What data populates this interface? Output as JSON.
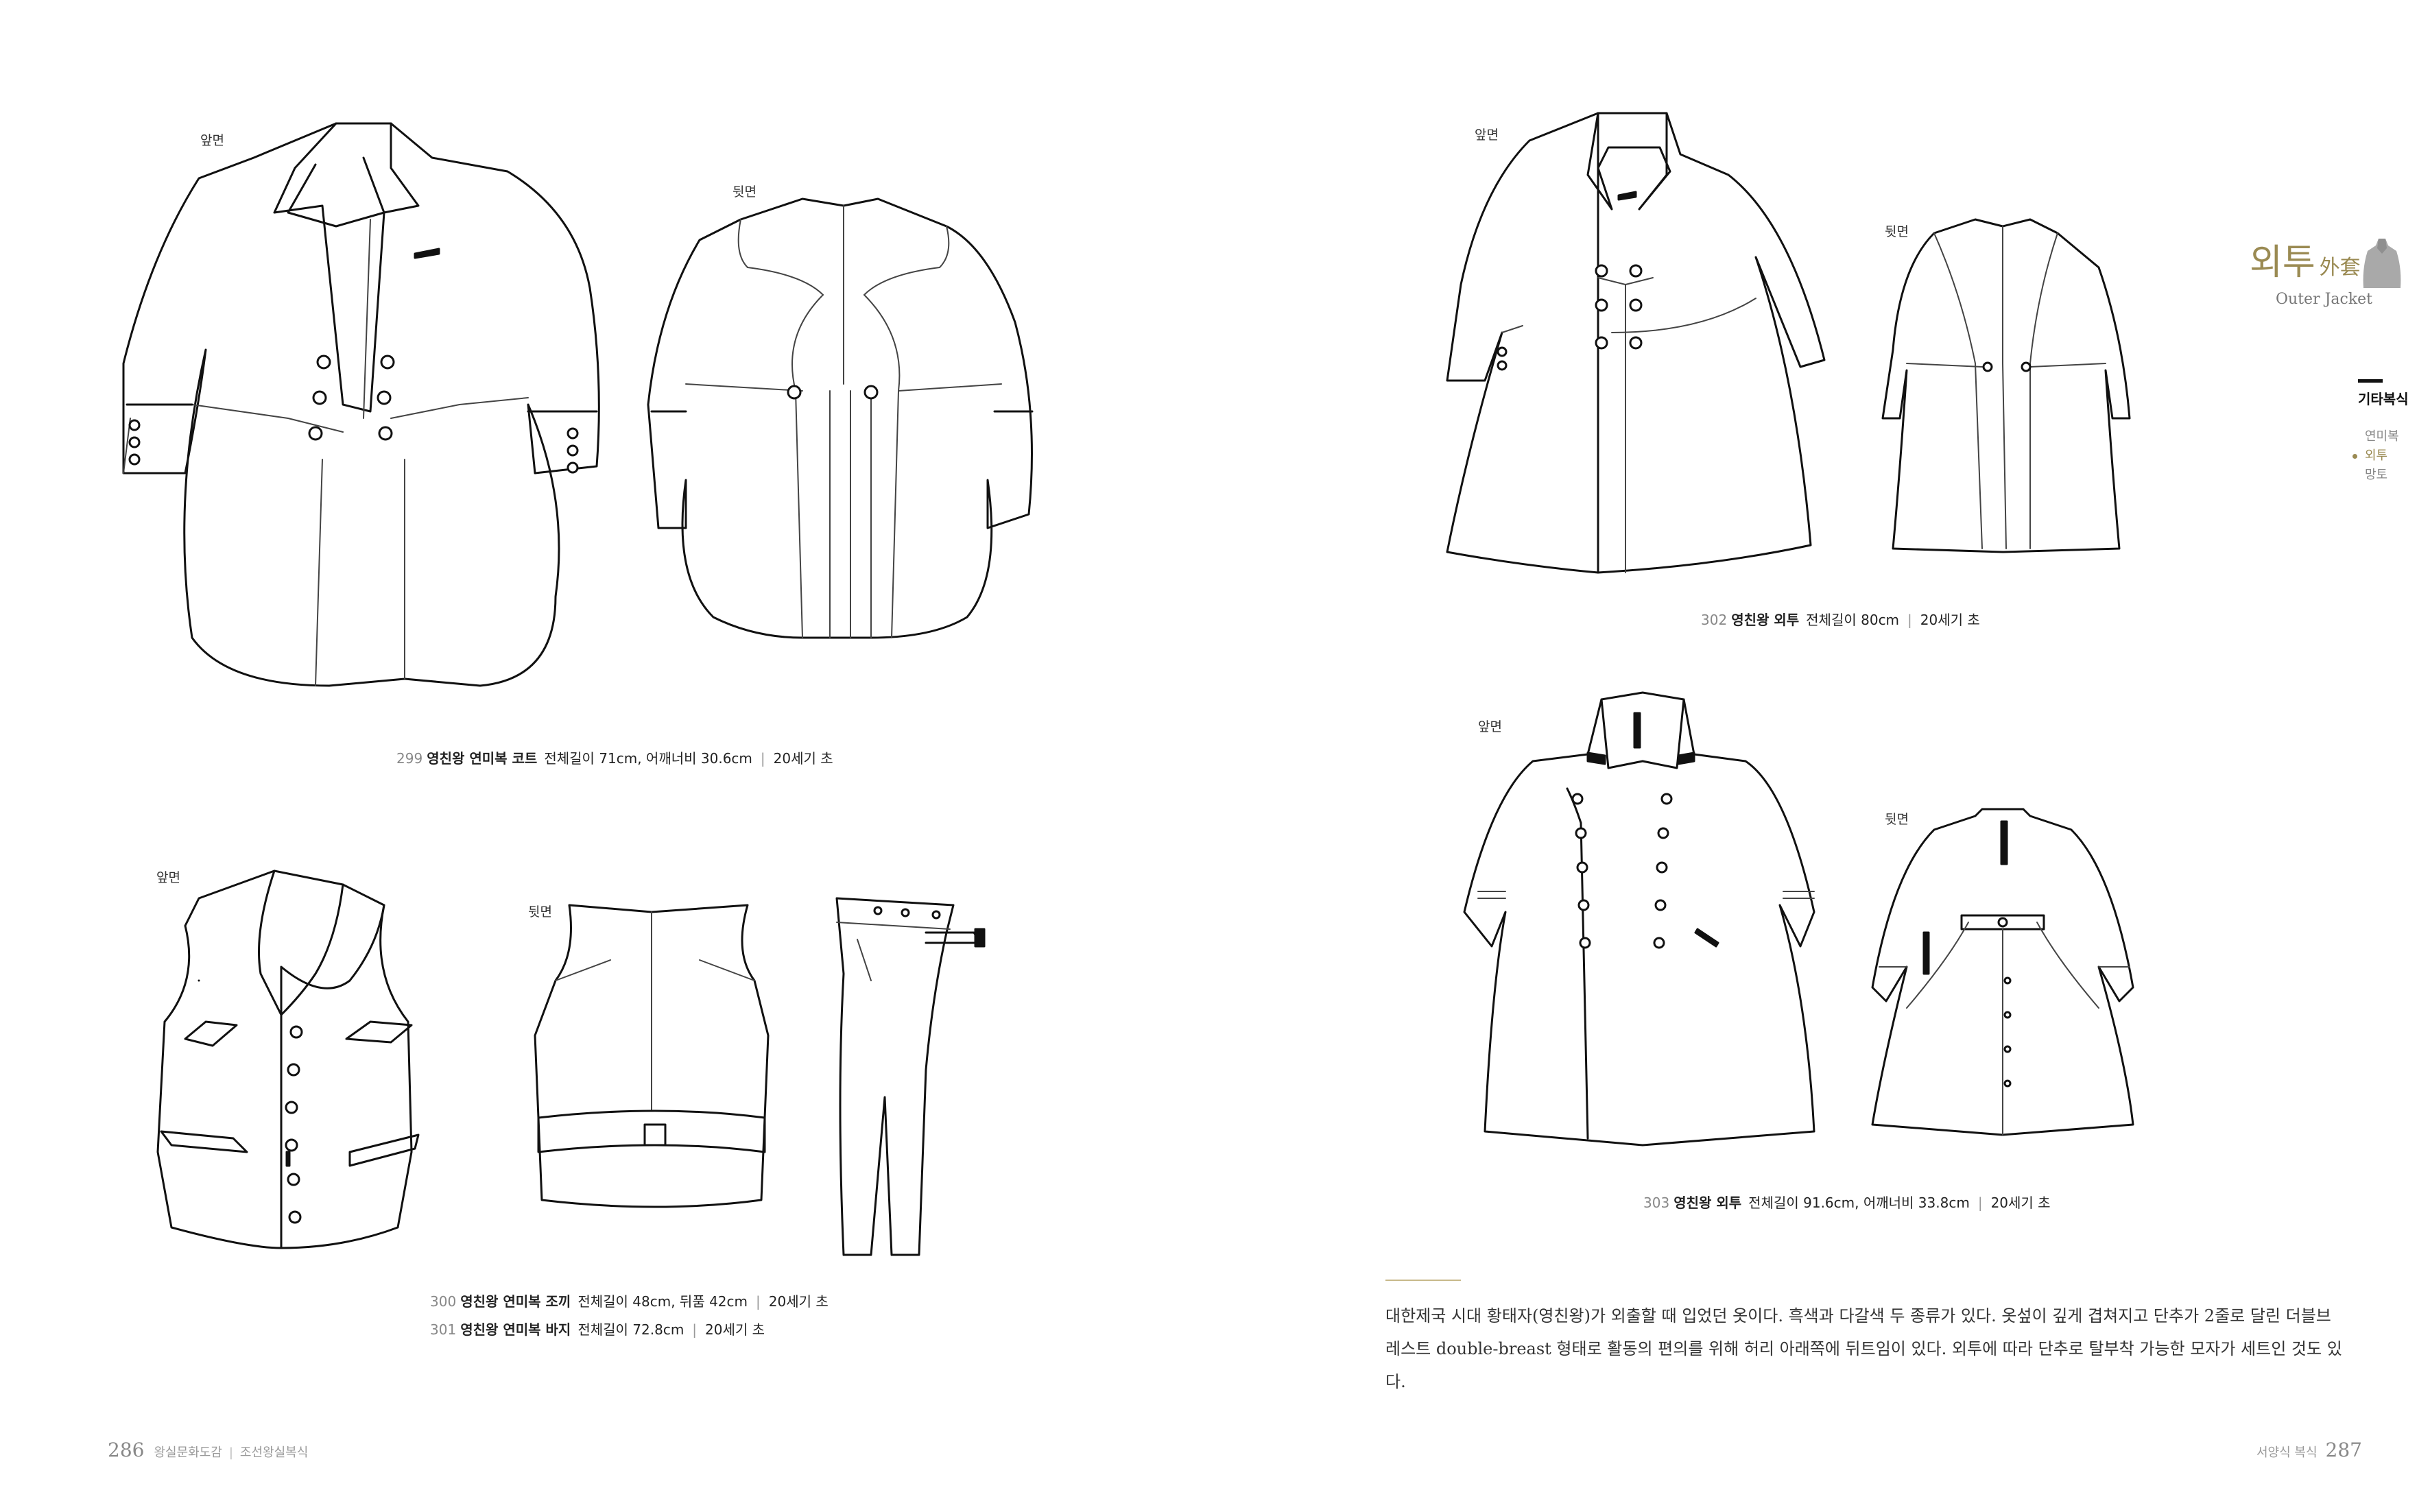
{
  "left_page": {
    "figure_299": {
      "front_label": "앞면",
      "back_label": "뒷면",
      "number": "299",
      "name": "영친왕 연미복 코트",
      "dims": "전체길이 71cm, 어깨너비 30.6cm",
      "period": "20세기 초"
    },
    "figure_300_301": {
      "front_label": "앞면",
      "back_label": "뒷면",
      "caption_300": {
        "number": "300",
        "name": "영친왕 연미복 조끼",
        "dims": "전체길이 48cm, 뒤품 42cm",
        "period": "20세기 초"
      },
      "caption_301": {
        "number": "301",
        "name": "영친왕 연미복 바지",
        "dims": "전체길이 72.8cm",
        "period": "20세기 초"
      }
    },
    "folio": {
      "page": "286",
      "book": "왕실문화도감",
      "section": "조선왕실복식"
    }
  },
  "right_page": {
    "figure_302": {
      "front_label": "앞면",
      "back_label": "뒷면",
      "number": "302",
      "name": "영친왕 외투",
      "dims": "전체길이 80cm",
      "period": "20세기 초"
    },
    "figure_303": {
      "front_label": "앞면",
      "back_label": "뒷면",
      "number": "303",
      "name": "영친왕 외투",
      "dims": "전체길이 91.6cm, 어깨너비 33.8cm",
      "period": "20세기 초"
    },
    "body_text": "대한제국 시대 황태자(영친왕)가 외출할 때 입었던 옷이다. 흑색과 다갈색 두 종류가 있다. 옷섶이 깊게 겹쳐지고 단추가 2줄로 달린 더블브레스트 double-breast 형태로 활동의 편의를 위해 허리 아래쪽에 뒤트임이 있다. 외투에 따라 단추로 탈부착 가능한 모자가 세트인 것도 있다.",
    "section": {
      "title": "외투",
      "hanja": "外套",
      "subtitle": "Outer Jacket"
    },
    "sidebar": {
      "heading": "기타복식",
      "items": [
        "연미복",
        "외투",
        "망토"
      ],
      "active": "외투"
    },
    "folio": {
      "section": "서양식 복식",
      "page": "287"
    }
  },
  "colors": {
    "accent_gold": "#9a8a52",
    "line": "#111111",
    "muted": "#888888"
  }
}
